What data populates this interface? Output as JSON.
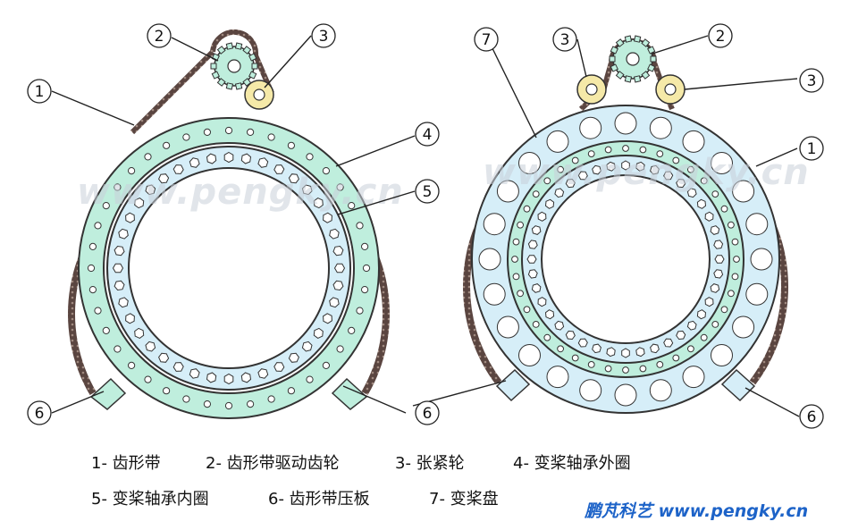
{
  "watermark": "www.pengky.cn",
  "brand": "鹏芃科艺 www.pengky.cn",
  "colors": {
    "belt": "#5a4540",
    "outer_ring": "#bfeedd",
    "inner_ring": "#d6eef8",
    "tensioner": "#f5e9a8",
    "pitch_disc": "#d6eef8",
    "outline": "#333333"
  },
  "legend": [
    "1- 齿形带",
    "2- 齿形带驱动齿轮",
    "3- 张紧轮",
    "4- 变桨轴承外圈",
    "5- 变桨轴承内圈",
    "6- 齿形带压板",
    "7- 变桨盘"
  ],
  "callouts": {
    "left": [
      "1",
      "2",
      "3",
      "4",
      "5",
      "6",
      "6"
    ],
    "right": [
      "7",
      "3",
      "2",
      "3",
      "1",
      "6",
      "6"
    ]
  }
}
